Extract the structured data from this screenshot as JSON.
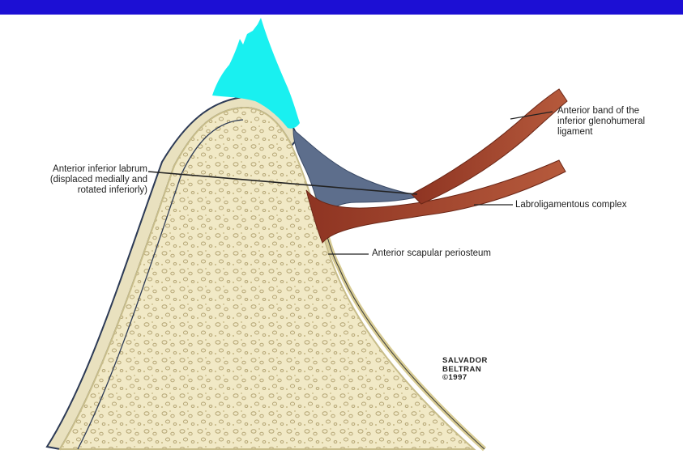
{
  "colors": {
    "header_bar": "#1c0fd4",
    "bone_fill": "#f1e9c6",
    "cortex": "#d9cf9a",
    "cartilage_outline": "#2c3a56",
    "ligament": "#9d3f2a",
    "labrum": "#4a5a78",
    "cyan_overlay": "#19f0f0"
  },
  "labels": {
    "anterior_band_line1": "Anterior band of the",
    "anterior_band_line2": "inferior glenohumeral",
    "anterior_band_line3": "ligament",
    "labrum_line1": "Anterior inferior labrum",
    "labrum_line2": "(displaced medially and",
    "labrum_line3": "rotated inferiorly)",
    "labroligamentous": "Labroligamentous complex",
    "periosteum": "Anterior scapular periosteum"
  },
  "signature": {
    "line1": "SALVADOR",
    "line2": "BELTRAN",
    "line3": "©1997"
  }
}
